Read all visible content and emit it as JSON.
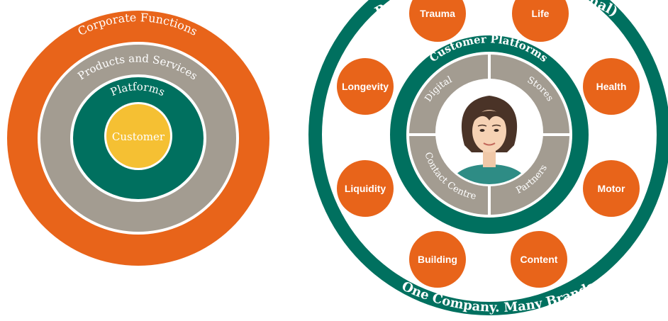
{
  "colors": {
    "orange": "#E8641A",
    "grey": "#A39C91",
    "teal": "#00705F",
    "yellow": "#F5C033",
    "white": "#FFFFFF"
  },
  "left_diagram": {
    "outer_ring_label": "Corporate Functions",
    "second_ring_label": "Products and Services",
    "third_ring_label": "Platforms",
    "center_label": "Customer"
  },
  "right_diagram": {
    "top_arc_text": "Products (Internal and External)",
    "bottom_arc_text": "One Company. Many Brands",
    "platform_ring_label": "Customer Platforms",
    "segments": {
      "top_left": "Digital",
      "top_right": "Stores",
      "bottom_left": "Contact Centre",
      "bottom_right": "Partners"
    },
    "center_icon": "customer-woman-portrait-icon",
    "products": [
      "Trauma",
      "Life",
      "Health",
      "Motor",
      "Content",
      "Building",
      "Liquidity",
      "Longevity"
    ]
  }
}
